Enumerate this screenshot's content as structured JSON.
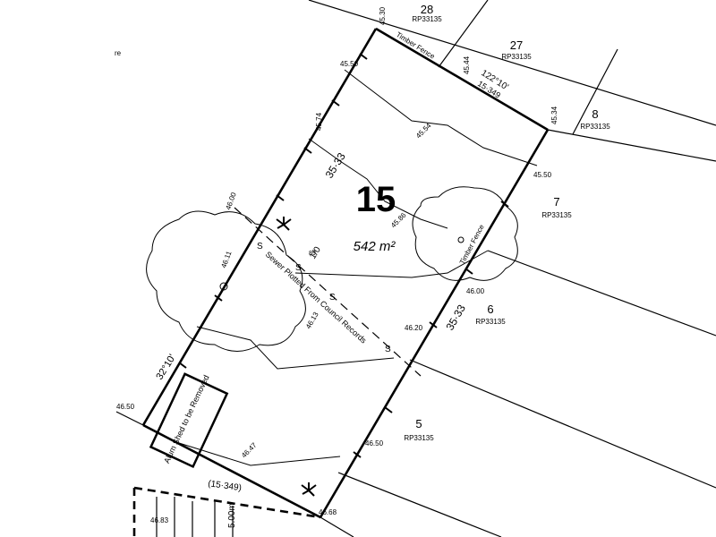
{
  "lot": {
    "number": "15",
    "area": "542 m²",
    "frontage": "35·33",
    "rear": "35·33",
    "bearing_front": "32°10'",
    "road_ref": "(15·349)"
  },
  "neighbours": [
    {
      "lot": "28",
      "plan": "RP33135"
    },
    {
      "lot": "27",
      "plan": "RP33135"
    },
    {
      "lot": "8",
      "plan": "RP33135"
    },
    {
      "lot": "7",
      "plan": "RP33135"
    },
    {
      "lot": "6",
      "plan": "RP33135"
    },
    {
      "lot": "5",
      "plan": "RP33135"
    }
  ],
  "labels": {
    "fence_top": "Timber Fence",
    "fence_right": "Timber Fence",
    "sewer": "Sewer Plotted From Council Records",
    "shed": "Alum Shed to be Removed",
    "bearing_top": "122°10'",
    "chain_top": "15·349",
    "sewer_depth": "1/0",
    "sewer_marker": "89",
    "partial_dim": "5.00m",
    "left_partial": "re",
    "sewer_s1": "S",
    "sewer_s2": "S",
    "sewer_s3": "S",
    "sewer_s4": "S"
  },
  "levels": [
    "45.30",
    "45.50",
    "45.44",
    "45.34",
    "45.74",
    "45.54",
    "45.50",
    "46.00",
    "45.86",
    "46.11",
    "46.00",
    "46.13",
    "46.20",
    "46.50",
    "46.50",
    "46.47",
    "46.68",
    "46.83"
  ]
}
